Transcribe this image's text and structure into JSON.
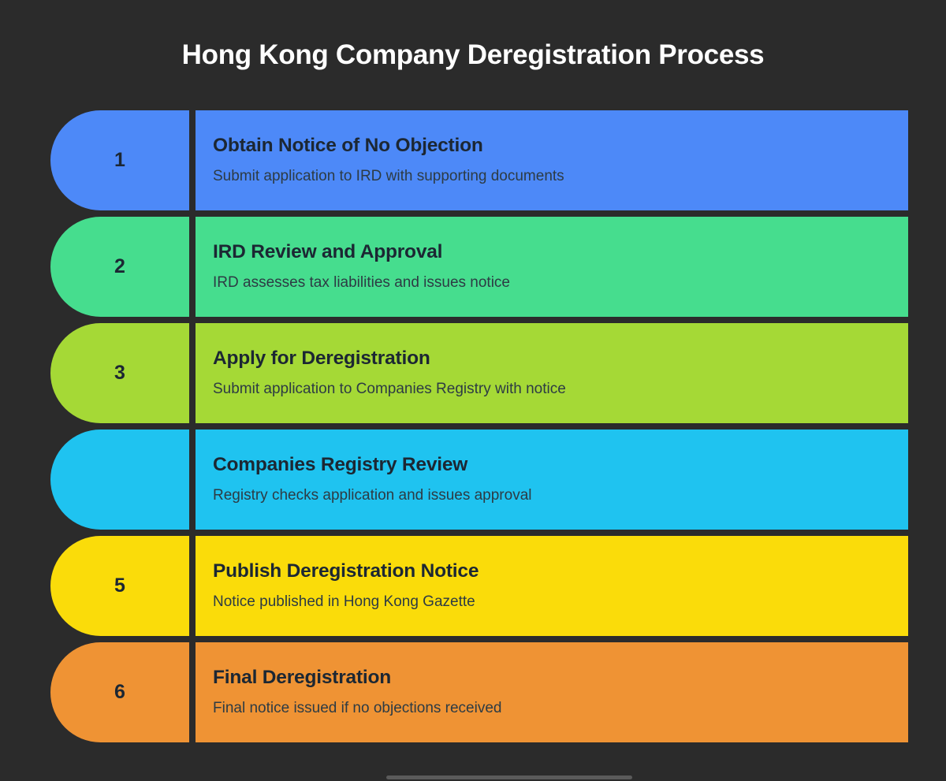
{
  "title": "Hong Kong Company Deregistration Process",
  "colors": {
    "background": "#2b2b2b",
    "title_text": "#ffffff",
    "step_text": "#1c2733",
    "step_desc_text": "#2d3b44",
    "step1": "#4d89f8",
    "step2": "#46dd8e",
    "step3": "#a5d936",
    "step4": "#1fc3f0",
    "step5": "#fadc0a",
    "step6": "#ef9334"
  },
  "steps": [
    {
      "number": "1",
      "heading": "Obtain Notice of No Objection",
      "description": "Submit application to IRD with supporting documents",
      "color": "#4d89f8"
    },
    {
      "number": "2",
      "heading": "IRD Review and Approval",
      "description": "IRD assesses tax liabilities and issues notice",
      "color": "#46dd8e"
    },
    {
      "number": "3",
      "heading": "Apply for Deregistration",
      "description": "Submit application to Companies Registry with notice",
      "color": "#a5d936"
    },
    {
      "number": "",
      "heading": "Companies Registry Review",
      "description": "Registry checks application and issues approval",
      "color": "#1fc3f0"
    },
    {
      "number": "5",
      "heading": "Publish Deregistration Notice",
      "description": "Notice published in Hong Kong Gazette",
      "color": "#fadc0a"
    },
    {
      "number": "6",
      "heading": "Final Deregistration",
      "description": "Final notice issued if no objections received",
      "color": "#ef9334"
    }
  ]
}
